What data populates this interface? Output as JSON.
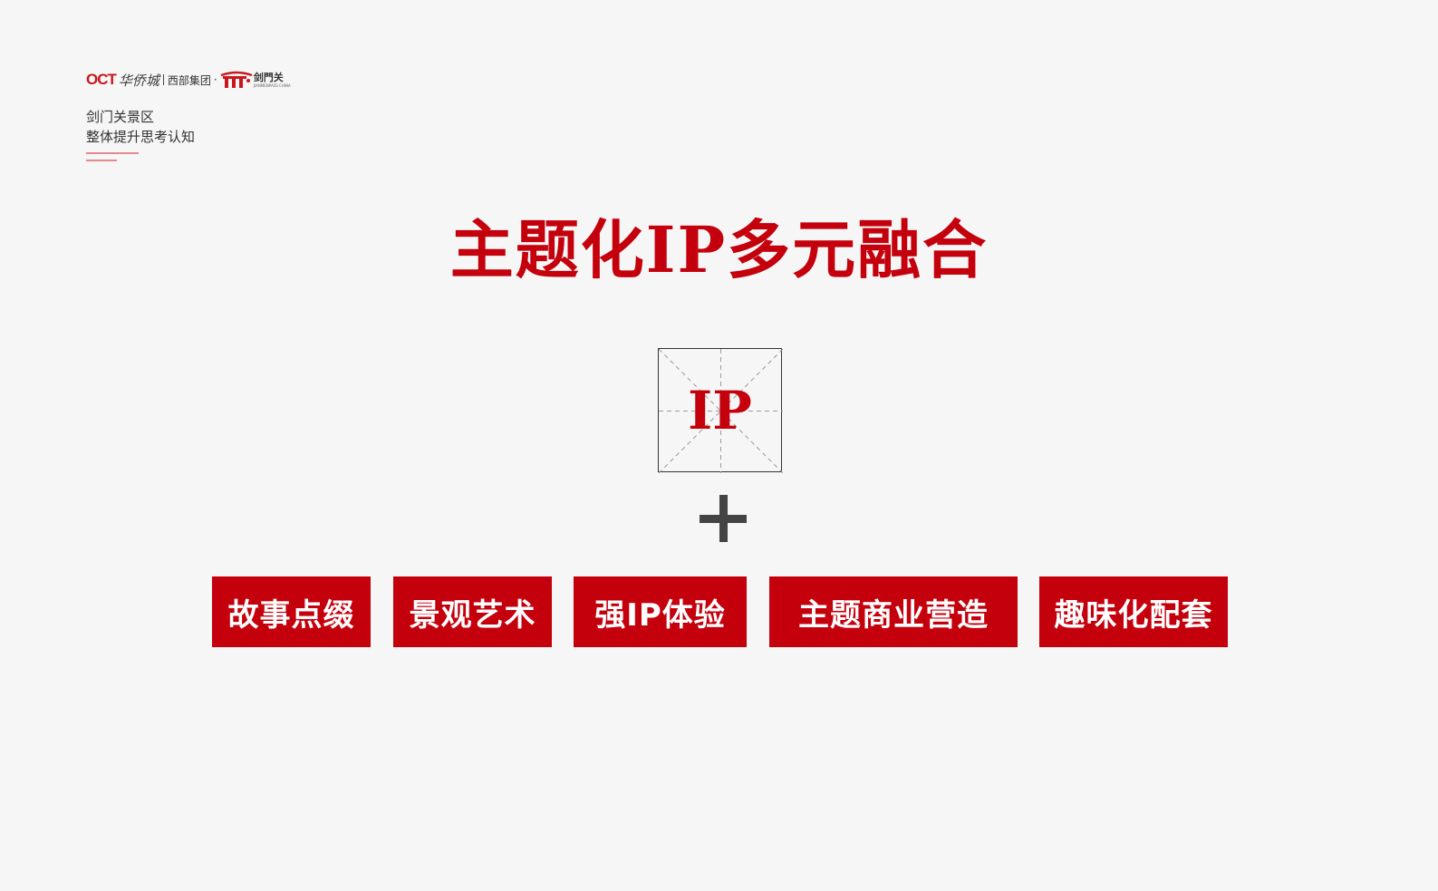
{
  "header": {
    "logo": {
      "oct": "OCT",
      "huaqiao": "华侨城",
      "group": "西部集团",
      "dot": "·",
      "jianmenguan": "剑門关",
      "jianmenguan_en": "JIANMENPASS CHINA"
    },
    "subtitle_line1": "剑门关景区",
    "subtitle_line2": "整体提升思考认知"
  },
  "main": {
    "title": "主题化IP多元融合",
    "ip_label": "IP",
    "tags": [
      {
        "label": "故事点缀"
      },
      {
        "label": "景观艺术"
      },
      {
        "label": "强IP体验"
      },
      {
        "label": "主题商业营造"
      },
      {
        "label": "趣味化配套"
      }
    ]
  },
  "colors": {
    "accent_red": "#c4000d",
    "background": "#f6f6f6",
    "dark_gray": "#444444"
  },
  "icons": {
    "plus": "plus-icon",
    "ip_grid": "tianzige-grid-icon",
    "gate": "gate-logo-icon"
  }
}
